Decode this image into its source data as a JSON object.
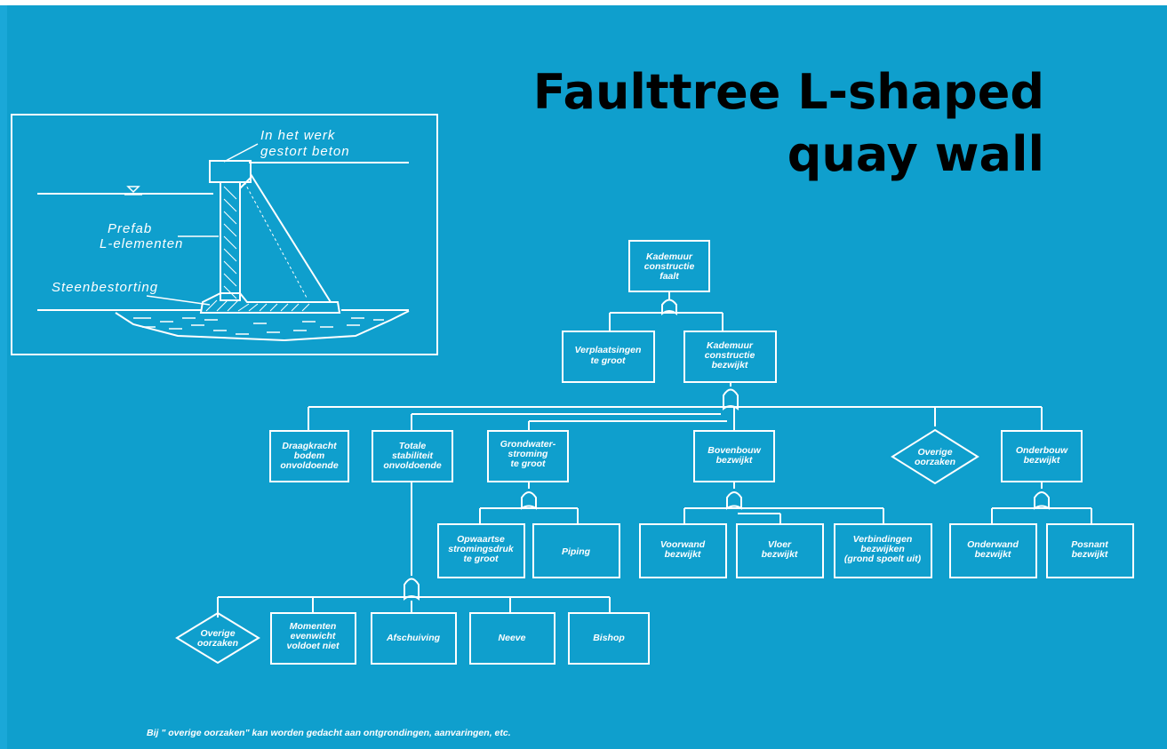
{
  "colors": {
    "background": "#0f9fcd",
    "frame_top": "#ffffff",
    "title": "#000000",
    "lines": "#ffffff"
  },
  "title": {
    "line1": "Faulttree L-shaped",
    "line2": "quay wall"
  },
  "inset": {
    "label_top_1": "In het werk",
    "label_top_2": "gestort beton",
    "label_mid_1": "Prefab",
    "label_mid_2": "L-elementen",
    "label_bottom": "Steenbestorting",
    "water_symbol": "water-level-icon"
  },
  "nodes": {
    "root": [
      "Kademuur",
      "constructie",
      "faalt"
    ],
    "verpl": [
      "Verplaatsingen",
      "te groot"
    ],
    "bezwijkt": [
      "Kademuur",
      "constructie",
      "bezwijkt"
    ],
    "draag": [
      "Draagkracht",
      "bodem",
      "onvoldoende"
    ],
    "totale": [
      "Totale",
      "stabiliteit",
      "onvoldoende"
    ],
    "grondw": [
      "Grondwater-",
      "stroming",
      "te groot"
    ],
    "boven": [
      "Bovenbouw",
      "bezwijkt"
    ],
    "overig1": [
      "Overige",
      "oorzaken"
    ],
    "onder": [
      "Onderbouw",
      "bezwijkt"
    ],
    "opwaarts": [
      "Opwaartse",
      "stromingsdruk",
      "te groot"
    ],
    "piping": [
      "Piping"
    ],
    "voorwand": [
      "Voorwand",
      "bezwijkt"
    ],
    "vloer": [
      "Vloer",
      "bezwijkt"
    ],
    "verbind": [
      "Verbindingen",
      "bezwijken",
      "(grond spoelt uit)"
    ],
    "onderwand": [
      "Onderwand",
      "bezwijkt"
    ],
    "posnant": [
      "Posnant",
      "bezwijkt"
    ],
    "overig2": [
      "Overige",
      "oorzaken"
    ],
    "momenten": [
      "Momenten",
      "evenwicht",
      "voldoet niet"
    ],
    "afschuiving": [
      "Afschuiving"
    ],
    "neeve": [
      "Neeve"
    ],
    "bishop": [
      "Bishop"
    ]
  },
  "footnote": "Bij \" overige oorzaken\" kan worden gedacht aan ontgrondingen, aanvaringen, etc."
}
